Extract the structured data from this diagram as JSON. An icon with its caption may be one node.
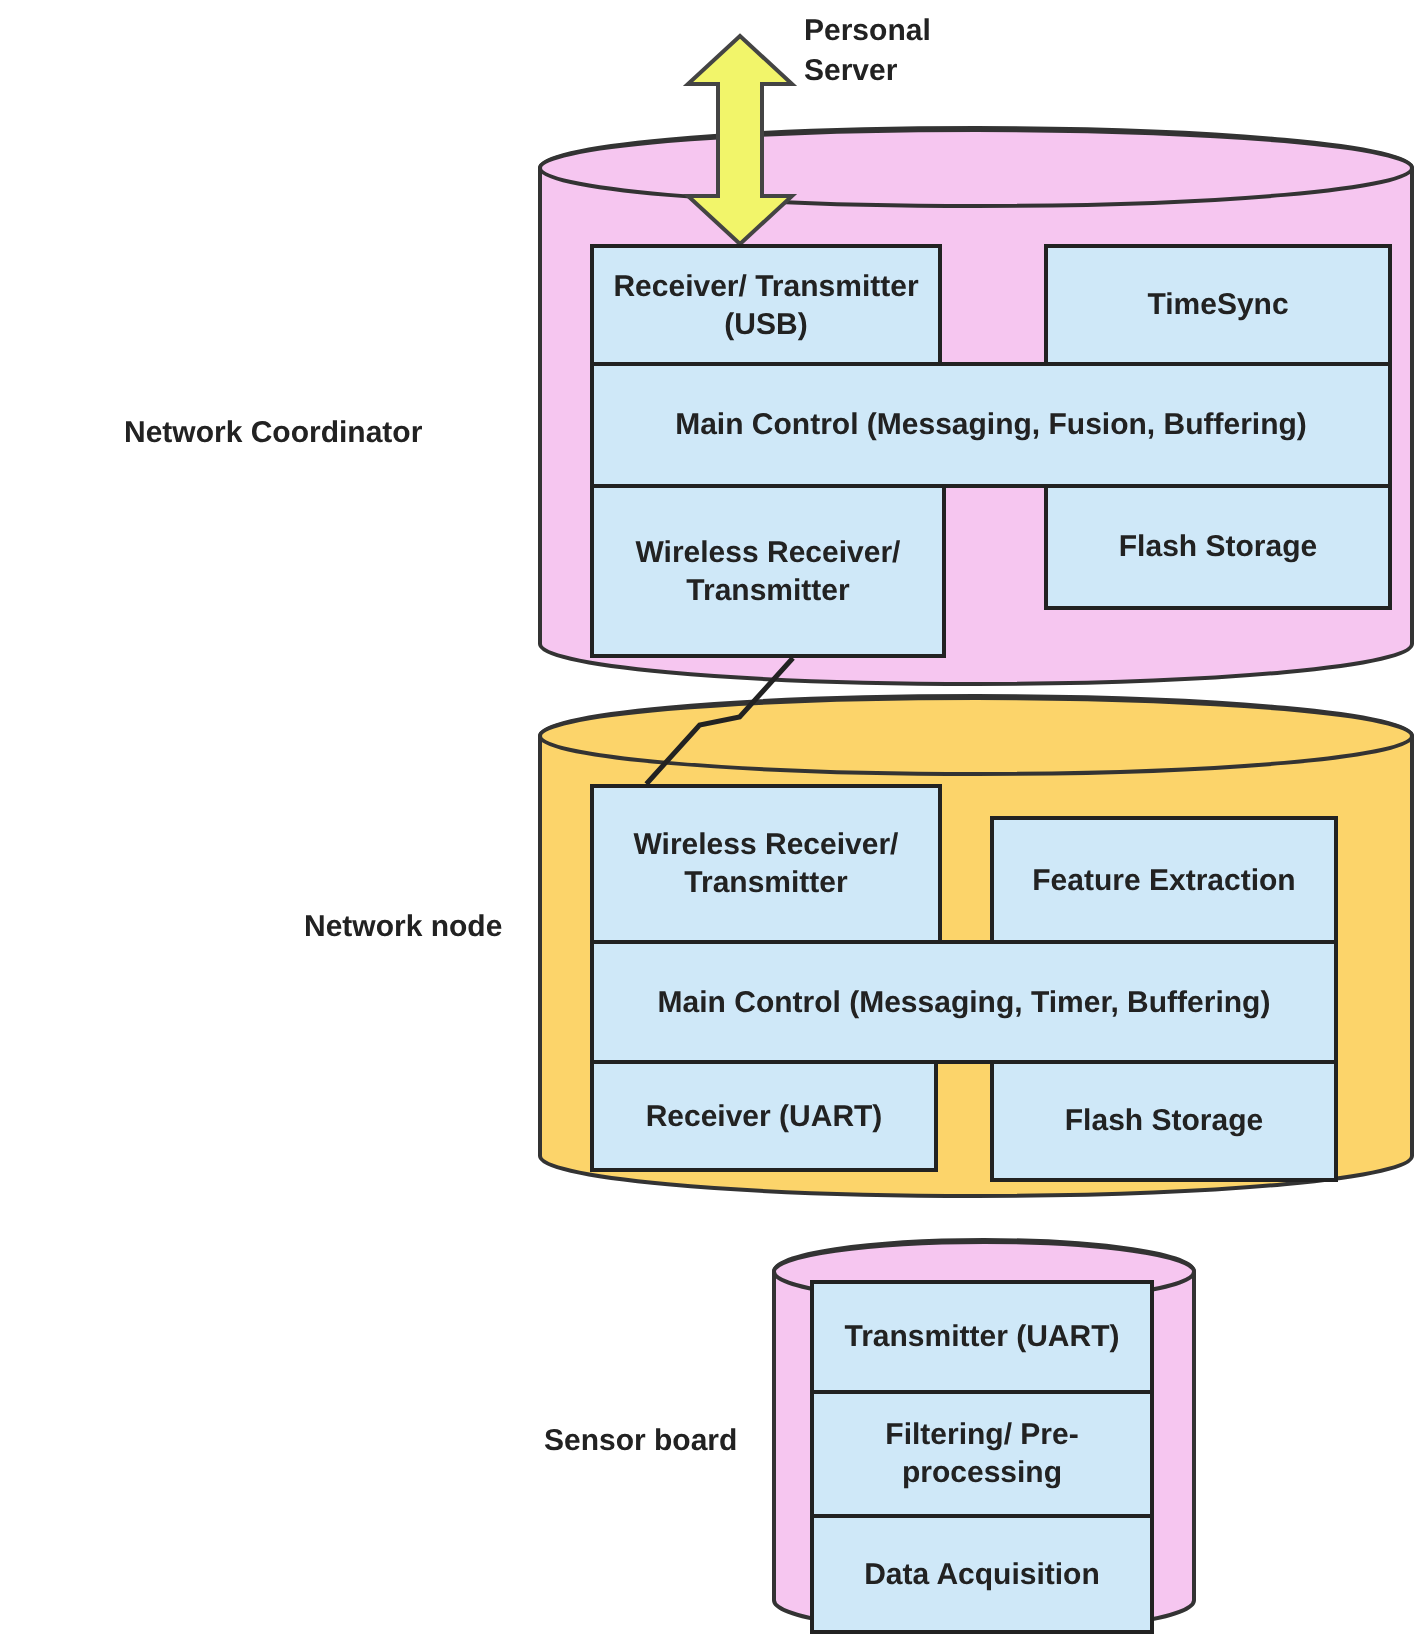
{
  "diagram": {
    "nodes": [
      {
        "text": [
          "Network Coordinator"
        ]
      },
      {
        "text": [
          "Receiver/ Transmitter (USB)"
        ],
        "in": 0
      },
      {
        "text": [
          "TimeSync"
        ],
        "in": 0
      },
      {
        "text": [
          "Main Control (Messaging, Fusion, Buffering)"
        ],
        "in": 0
      },
      {
        "text": [
          "Wireless Receiver/ Transmitter"
        ],
        "in": 0
      },
      {
        "text": [
          "Flash Storage"
        ],
        "in": 0
      },
      {
        "text": [
          "Network node"
        ]
      },
      {
        "text": [
          "Wireless Receiver/ Transmitter"
        ],
        "in": 6
      },
      {
        "text": [
          "Feature Extraction"
        ],
        "in": 6
      },
      {
        "text": [
          "Main Control (Messaging, Timer, Buffering)"
        ],
        "in": 6
      },
      {
        "text": [
          "Receiver (UART)"
        ],
        "in": 6
      },
      {
        "text": [
          "Flash Storage"
        ],
        "in": 6
      },
      {
        "text": [
          "Sensor board"
        ]
      },
      {
        "text": [
          "Transmitter (UART)"
        ],
        "in": 12
      },
      {
        "text": [
          "Filtering/ Pre-processing"
        ],
        "in": 12
      },
      {
        "text": [
          "Data Acquisition"
        ],
        "in": 12
      },
      {
        "text": [
          "Personal Server"
        ]
      }
    ],
    "edges": [
      {
        "from": 16,
        "to": 1,
        "arrow": "both",
        "style": "thick"
      },
      {
        "from": 4,
        "to": 7,
        "arrow": "none"
      }
    ]
  }
}
